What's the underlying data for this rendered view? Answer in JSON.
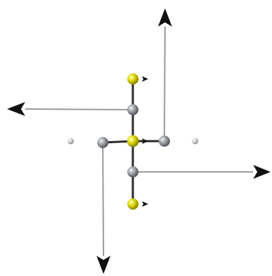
{
  "diagram": {
    "background": "#ffffff",
    "colors": {
      "vector": "#9a9a9a",
      "arrowhead": "#111111",
      "bond": "#2a2a2a",
      "atom_gray": "#8f9296",
      "atom_yellow": "#d8d000",
      "atom_small": "#b9bcc0"
    },
    "vectors": [
      {
        "name": "vector-up",
        "direction": "up"
      },
      {
        "name": "vector-left",
        "direction": "left"
      },
      {
        "name": "vector-right",
        "direction": "right"
      },
      {
        "name": "vector-down",
        "direction": "down"
      }
    ],
    "atoms": [
      {
        "name": "yellow-atom-top",
        "element": "yellow"
      },
      {
        "name": "gray-atom-upper",
        "element": "gray"
      },
      {
        "name": "gray-atom-left",
        "element": "gray"
      },
      {
        "name": "yellow-atom-center",
        "element": "yellow"
      },
      {
        "name": "gray-atom-right",
        "element": "gray"
      },
      {
        "name": "gray-atom-lower",
        "element": "gray"
      },
      {
        "name": "yellow-atom-bottom",
        "element": "yellow"
      },
      {
        "name": "small-atom-left",
        "element": "small"
      },
      {
        "name": "small-atom-right",
        "element": "small"
      }
    ]
  }
}
